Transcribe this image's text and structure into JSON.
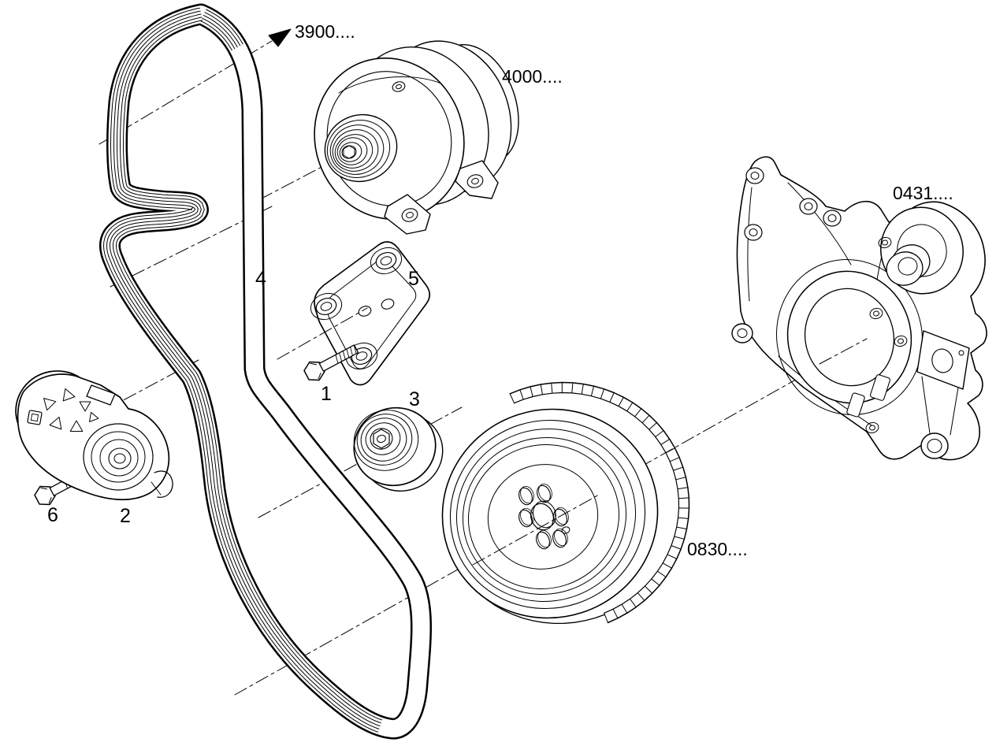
{
  "diagram": {
    "colors": {
      "background": "#ffffff",
      "line": "#000000"
    },
    "labels": {
      "ref_3900": "3900....",
      "ref_4000": "4000....",
      "ref_0431": "0431....",
      "ref_0830": "0830....",
      "callout_1": "1",
      "callout_2": "2",
      "callout_3": "3",
      "callout_4": "4",
      "callout_5": "5",
      "callout_6": "6"
    }
  }
}
